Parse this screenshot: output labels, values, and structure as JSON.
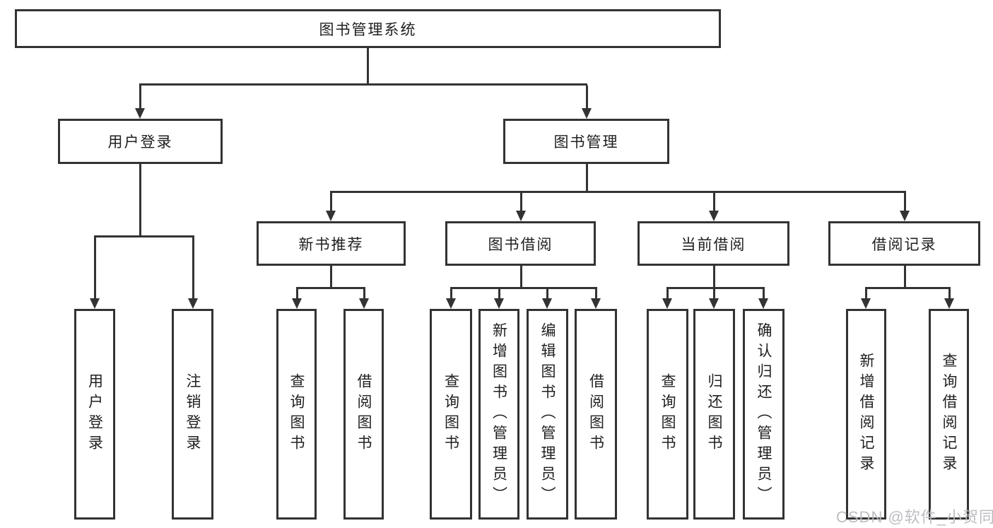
{
  "colors": {
    "line": "#333333",
    "text": "#1f1f1f",
    "watermark": "#b9bbbf",
    "background": "#ffffff"
  },
  "tree": {
    "root": "图书管理系统",
    "branches": [
      {
        "label": "用户登录",
        "children": [
          "用户登录",
          "注销登录"
        ]
      },
      {
        "label": "图书管理",
        "children": [
          {
            "label": "新书推荐",
            "children": [
              "查询图书",
              "借阅图书"
            ]
          },
          {
            "label": "图书借阅",
            "children": [
              "查询图书",
              "新增图书（管理员）",
              "编辑图书（管理员）",
              "借阅图书"
            ]
          },
          {
            "label": "当前借阅",
            "children": [
              "查询图书",
              "归还图书",
              "确认归还（管理员）"
            ]
          },
          {
            "label": "借阅记录",
            "children": [
              "新增借阅记录",
              "查询借阅记录"
            ]
          }
        ]
      }
    ]
  },
  "watermark": {
    "text": "CSDN @软件_小贺同学"
  }
}
